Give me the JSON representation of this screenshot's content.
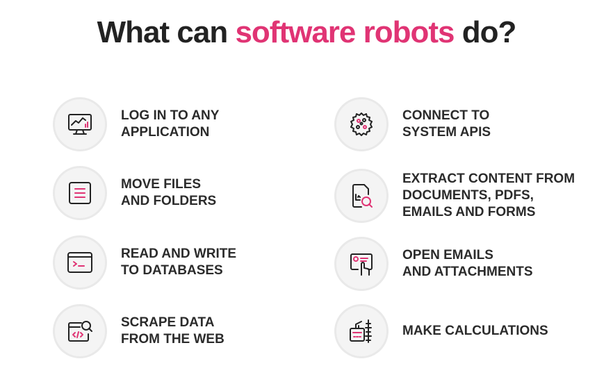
{
  "title": {
    "prefix": "What can ",
    "accent": "software robots",
    "suffix": " do?"
  },
  "colors": {
    "accent": "#e03474",
    "text": "#2b2b2b",
    "circle": "#f4f4f4"
  },
  "items": [
    {
      "label": "LOG IN TO ANY\nAPPLICATION",
      "icon": "monitor-chart-icon"
    },
    {
      "label": "MOVE FILES\nAND FOLDERS",
      "icon": "document-icon"
    },
    {
      "label": "READ AND WRITE\nTO DATABASES",
      "icon": "terminal-window-icon"
    },
    {
      "label": "SCRAPE DATA\nFROM THE WEB",
      "icon": "web-code-search-icon"
    },
    {
      "label": "CONNECT TO\nSYSTEM APIS",
      "icon": "api-network-icon"
    },
    {
      "label": "EXTRACT CONTENT FROM\nDOCUMENTS, PDFS,\nEMAILS AND FORMS",
      "icon": "document-search-icon"
    },
    {
      "label": "OPEN EMAILS\nAND ATTACHMENTS",
      "icon": "touch-screen-icon"
    },
    {
      "label": "MAKE CALCULATIONS",
      "icon": "calculator-icon"
    }
  ]
}
